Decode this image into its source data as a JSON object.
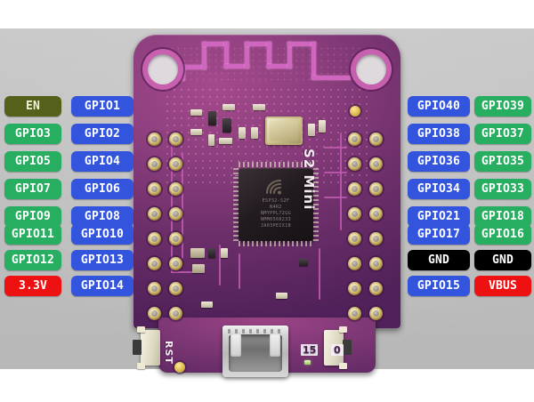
{
  "image": {
    "subject": "LOLIN S2 Mini ESP32-S2 development board pinout diagram",
    "background_color": "#bfbfbf",
    "page_color": "#ffffff"
  },
  "board": {
    "silkscreen_name": "S2 Mini",
    "chip_label_lines": [
      "ESP32-S2F",
      "N4R2",
      "NMYPPL72GG",
      "NMM0560233",
      "JA03PEIX1B"
    ],
    "tab_markings": {
      "reset_button_label": "RST",
      "io15_label": "15",
      "io0_label": "0"
    },
    "connector": "usb-c",
    "antenna": "pcb-meander-antenna",
    "mounting_holes": 2,
    "header_rows": 8
  },
  "pins": {
    "left_outer": [
      {
        "label": "EN",
        "color": "#55611a",
        "style": "olive"
      },
      {
        "label": "GPIO3",
        "color": "#27ae60",
        "style": "green"
      },
      {
        "label": "GPIO5",
        "color": "#27ae60",
        "style": "green"
      },
      {
        "label": "GPIO7",
        "color": "#27ae60",
        "style": "green"
      },
      {
        "label": "GPIO9",
        "color": "#27ae60",
        "style": "green"
      },
      {
        "label": "GPIO11",
        "color": "#27ae60",
        "style": "green"
      },
      {
        "label": "GPIO12",
        "color": "#27ae60",
        "style": "green"
      },
      {
        "label": "3.3V",
        "color": "#ee1111",
        "style": "red"
      }
    ],
    "left_inner": [
      {
        "label": "GPIO1",
        "color": "#3355dd",
        "style": "blue"
      },
      {
        "label": "GPIO2",
        "color": "#3355dd",
        "style": "blue"
      },
      {
        "label": "GPIO4",
        "color": "#3355dd",
        "style": "blue"
      },
      {
        "label": "GPIO6",
        "color": "#3355dd",
        "style": "blue"
      },
      {
        "label": "GPIO8",
        "color": "#3355dd",
        "style": "blue"
      },
      {
        "label": "GPIO10",
        "color": "#3355dd",
        "style": "blue"
      },
      {
        "label": "GPIO13",
        "color": "#3355dd",
        "style": "blue"
      },
      {
        "label": "GPIO14",
        "color": "#3355dd",
        "style": "blue"
      }
    ],
    "right_inner": [
      {
        "label": "GPIO40",
        "color": "#3355dd",
        "style": "blue"
      },
      {
        "label": "GPIO38",
        "color": "#3355dd",
        "style": "blue"
      },
      {
        "label": "GPIO36",
        "color": "#3355dd",
        "style": "blue"
      },
      {
        "label": "GPIO34",
        "color": "#3355dd",
        "style": "blue"
      },
      {
        "label": "GPIO21",
        "color": "#3355dd",
        "style": "blue"
      },
      {
        "label": "GPIO17",
        "color": "#3355dd",
        "style": "blue"
      },
      {
        "label": "GND",
        "color": "#000000",
        "style": "black"
      },
      {
        "label": "GPIO15",
        "color": "#3355dd",
        "style": "blue"
      }
    ],
    "right_outer": [
      {
        "label": "GPIO39",
        "color": "#27ae60",
        "style": "green"
      },
      {
        "label": "GPIO37",
        "color": "#27ae60",
        "style": "green"
      },
      {
        "label": "GPIO35",
        "color": "#27ae60",
        "style": "green"
      },
      {
        "label": "GPIO33",
        "color": "#27ae60",
        "style": "green"
      },
      {
        "label": "GPIO18",
        "color": "#27ae60",
        "style": "green"
      },
      {
        "label": "GPIO16",
        "color": "#27ae60",
        "style": "green"
      },
      {
        "label": "GND",
        "color": "#000000",
        "style": "black"
      },
      {
        "label": "VBUS",
        "color": "#ee1111",
        "style": "red"
      }
    ]
  }
}
